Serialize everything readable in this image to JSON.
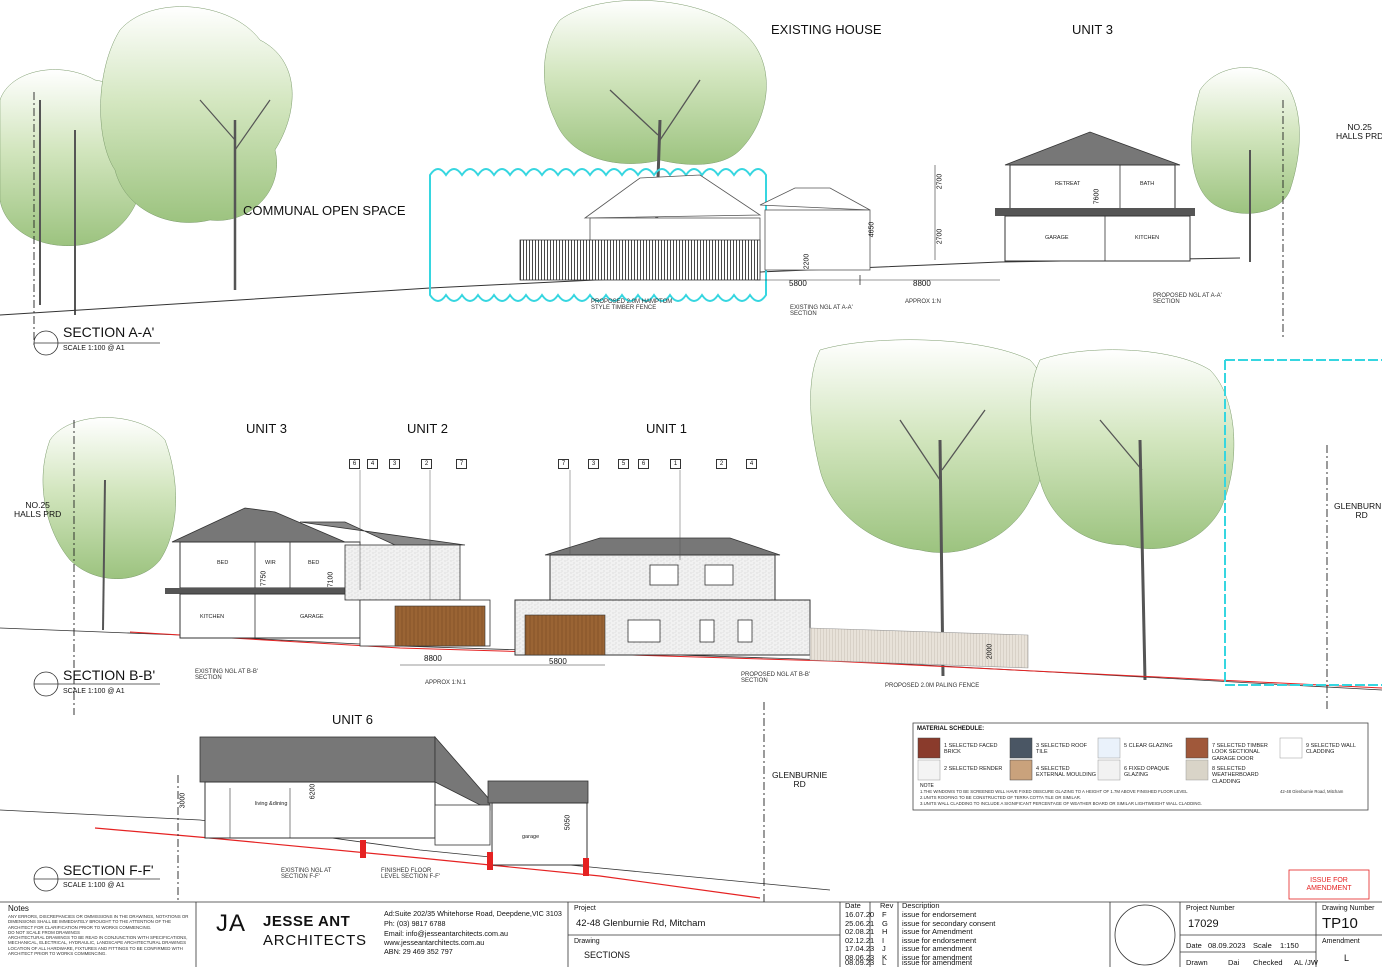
{
  "headings": {
    "existing_house": "EXISTING HOUSE",
    "unit3_top": "UNIT 3",
    "communal": "COMMUNAL OPEN SPACE",
    "no25_top": "NO.25\nHALLS PRD",
    "unit3_mid": "UNIT 3",
    "unit2": "UNIT 2",
    "unit1": "UNIT 1",
    "no25_mid": "NO.25\nHALLS PRD",
    "glenburnie_mid": "GLENBURNIE\nRD",
    "unit6": "UNIT 6",
    "glenburnie_bot": "GLENBURNIE\nRD"
  },
  "sections": [
    {
      "title": "SECTION A-A'",
      "scale": "SCALE 1:100 @ A1"
    },
    {
      "title": "SECTION B-B'",
      "scale": "SCALE 1:100 @ A1"
    },
    {
      "title": "SECTION F-F'",
      "scale": "SCALE 1:100 @ A1"
    }
  ],
  "rooms": {
    "retreat": "RETREAT",
    "bath": "BATH",
    "garage": "GARAGE",
    "kitchen": "KITCHEN",
    "bed": "BED",
    "wir": "WIR",
    "garage_lower": "garage",
    "living": "living &dining"
  },
  "dimensions": {
    "d5800": "5800",
    "d8800": "8800",
    "d2700a": "2700",
    "d2700b": "2700",
    "d2200": "2200",
    "d7600": "7600",
    "d4650": "4650",
    "d7750": "7750",
    "d7100": "7100",
    "d3000": "3000",
    "d6200": "6200",
    "d5050": "5050",
    "d8800b": "8800",
    "d5800b": "5800",
    "d2000": "2000"
  },
  "annotations": {
    "fence_a": "PROPOSED 2.0M HAMPTOM\nSTYLE TIMBER FENCE",
    "ngl_a1": "EXISTING NGL AT A-A'\nSECTION",
    "ngl_a2": "PROPOSED NGL AT A-A'\nSECTION",
    "approx_a": "APPROX 1:N",
    "ngl_b1": "EXISTING NGL AT B-B'\nSECTION",
    "ngl_b2": "PROPOSED NGL AT B-B'\nSECTION",
    "fence_b": "PROPOSED 2.0M PALING FENCE",
    "approx_b": "APPROX 1:N.1",
    "ngl_f1": "EXISTING NGL AT\nSECTION F-F'",
    "ffl_f": "FINISHED FLOOR\nLEVEL SECTION F-F'"
  },
  "material_schedule": {
    "title": "MATERIAL SCHEDULE:",
    "items": [
      {
        "n": "1",
        "label": "SELECTED FACED BRICK"
      },
      {
        "n": "2",
        "label": "SELECTED RENDER"
      },
      {
        "n": "3",
        "label": "SELECTED ROOF TILE"
      },
      {
        "n": "4",
        "label": "SELECTED EXTERNAL MOULDING"
      },
      {
        "n": "5",
        "label": "CLEAR GLAZING"
      },
      {
        "n": "6",
        "label": "FIXED OPAQUE GLAZING"
      },
      {
        "n": "7",
        "label": "SELECTED TIMBER LOOK SECTIONAL GARAGE DOOR"
      },
      {
        "n": "8",
        "label": "SELECTED WEATHERBOARD CLADDING"
      },
      {
        "n": "9",
        "label": "SELECTED WALL CLADDING"
      }
    ],
    "notes_label": "NOTE",
    "note_lines": [
      "1.THE WINDOWS TO BE SCREENED WILL HAVE FIXED OBSCURE GLAZING TO A HEIGHT OF 1.7M ABOVE FINISHED FLOOR LEVEL",
      "2.UNITS ROOFING TO BE CONSTRUCTED OF TERRA COTTA TILE OR SIMILAR.",
      "3.UNITS WALL CLADDING TO INCLUDE A SIGNIFICANT PERCENTAGE OF WEATHER BOARD OR SIMILAR LIGHTWEIGHT WALL CLADDING."
    ],
    "side_note": "42-48 Glenburnie Road, Mitcham"
  },
  "stamp": "ISSUE FOR\nAMENDMENT",
  "notes": {
    "title": "Notes",
    "lines": [
      "ANY ERRORS, DISCREPANCIES OR OMMISSIONS IN THE DRAWINGS, NOTATIONS OR",
      "DIMENSIONS SHALL BE IMMEDIATELY BROUGHT TO THE ATTENTION OF THE",
      "ARCHITECT FOR CLARIFICATION PRIOR TO WORKS COMMENCING.",
      "DO NOT SCALE FROM DRAWINGS",
      "ARCHITECTURAL DRAWINGS TO BE READ IN CONJUNCTION WITH SPECIFICATIONS,",
      "MECHANICAL, ELECTRICAL, HYDRAULIC, LANDSCAPE ARCHITECTURAL DRAWINGS",
      "LOCATION OF ALL HARDWARE, FIXTURES AND FITTINGS TO BE CONFIRMED WITH",
      "ARCHITECT PRIOR TO WORKS COMMENCING."
    ]
  },
  "firm": {
    "logo_mark": "JA",
    "name_line1": "JESSE ANT",
    "name_line2": "ARCHITECTS",
    "address": "Ad:Suite 202/35 Whitehorse Road, Deepdene,VIC 3103",
    "phone": "Ph: (03) 9817 6788",
    "email": "Email: info@jesseantarchitects.com.au",
    "web": "www.jesseantarchitects.com.au",
    "abn": "ABN:  29 469 352 797"
  },
  "project": {
    "label": "Project",
    "value": "42-48 Glenburnie Rd, Mitcham",
    "drawing_label": "Drawing",
    "drawing_value": "SECTIONS"
  },
  "revisions": {
    "headers": [
      "Date",
      "Rev",
      "Description"
    ],
    "rows": [
      [
        "16.07.20",
        "F",
        "issue for endorsement"
      ],
      [
        "25.06.21",
        "G",
        "issue for secondary consent"
      ],
      [
        "02.08.21",
        "H",
        "issue for Amendment"
      ],
      [
        "02.12.21",
        "I",
        "issue for endorsement"
      ],
      [
        "17.04.23",
        "J",
        "issue for amendment"
      ],
      [
        "08.06.23",
        "K",
        "issue for amendment"
      ],
      [
        "08.09.23",
        "L",
        "issue for amendment"
      ]
    ]
  },
  "titleblock": {
    "project_number_label": "Project Number",
    "project_number": "17029",
    "date_label": "Date",
    "date": "08.09.2023",
    "scale_label": "Scale",
    "scale": "1:150",
    "drawn_label": "Drawn",
    "drawn": "Dai",
    "checked_label": "Checked",
    "checked": "AL /JW",
    "drawing_number_label": "Drawing Number",
    "drawing_number": "TP10",
    "amendment_label": "Amendment",
    "amendment": "L"
  }
}
